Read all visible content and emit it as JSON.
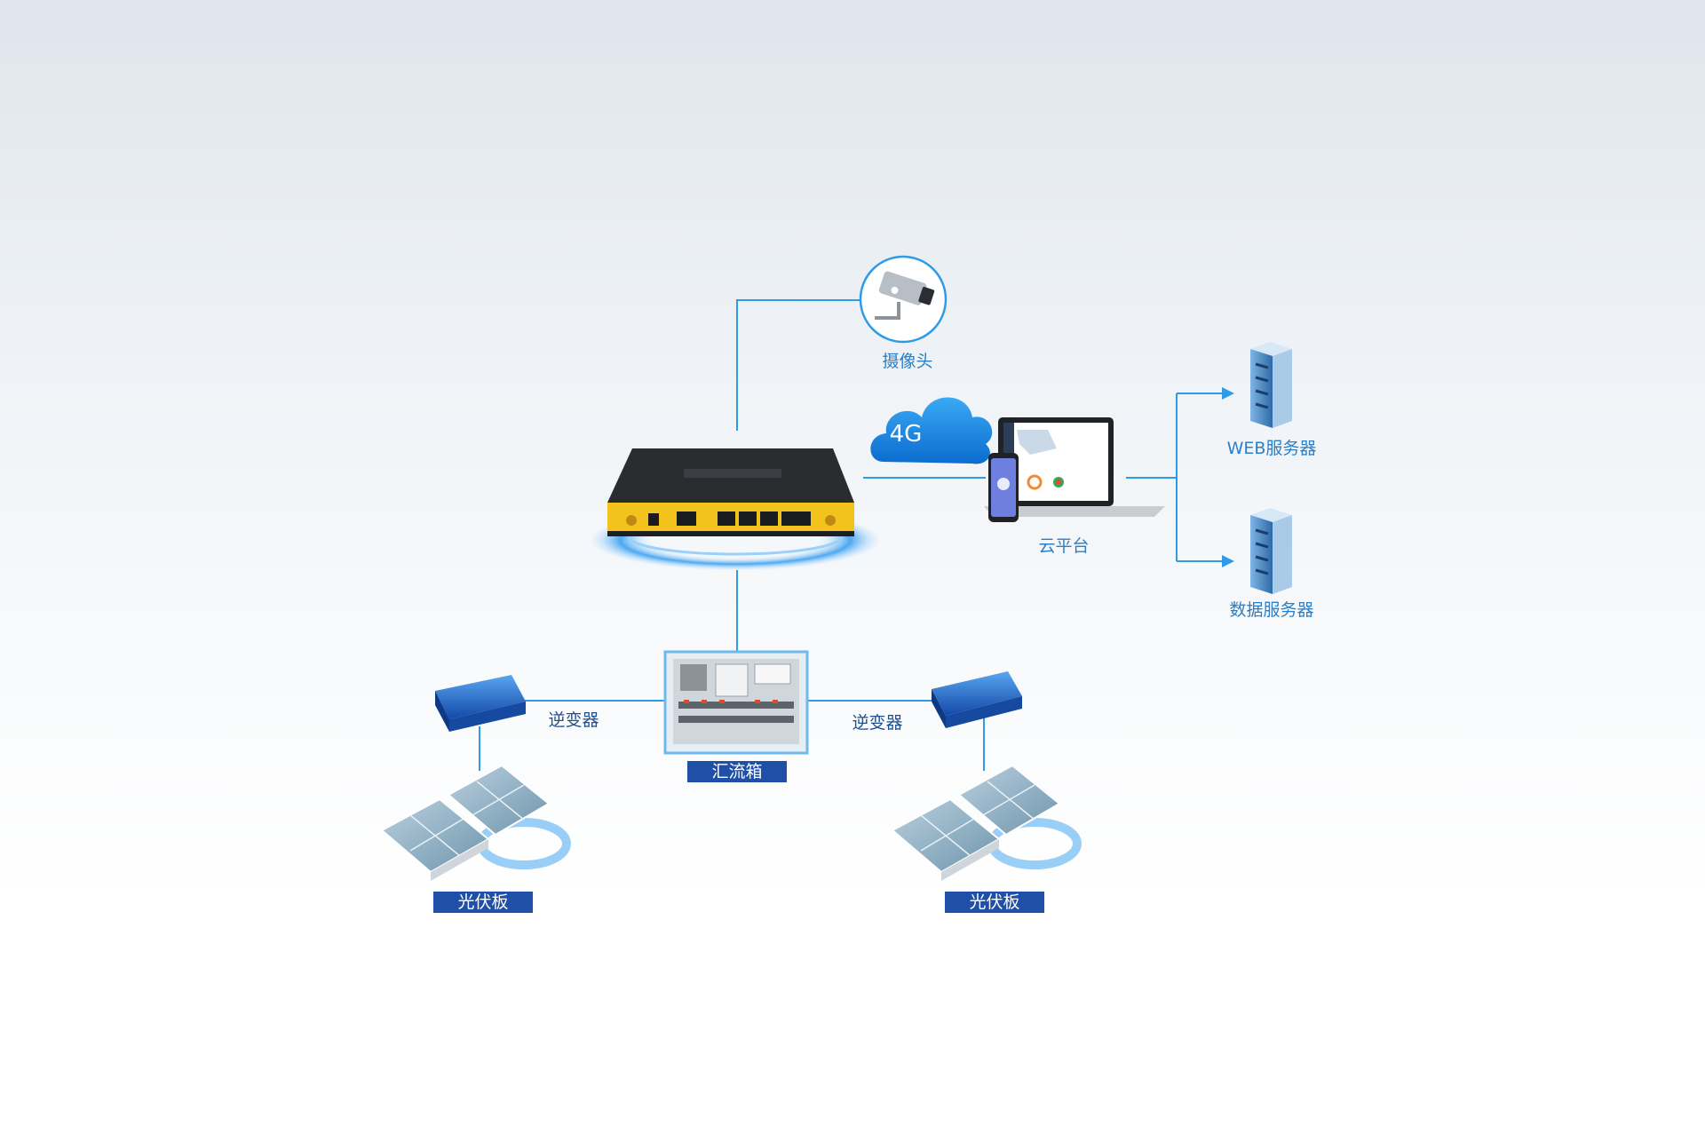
{
  "labels": {
    "camera": "摄像头",
    "network": "4G",
    "cloud_platform": "云平台",
    "web_server": "WEB服务器",
    "data_server": "数据服务器",
    "inverter_left": "逆变器",
    "inverter_right": "逆变器",
    "combiner_box": "汇流箱",
    "pv_panel_left": "光伏板",
    "pv_panel_right": "光伏板"
  },
  "colors": {
    "line": "#2e9be6",
    "label_text": "#2a7fc7",
    "tag_background": "#1f4fa6",
    "router_body": "#1e1f22",
    "router_front": "#f4c21d",
    "cloud": "#1a8ae6",
    "inverter": "#1f6fd6",
    "server": "#4f8fc8",
    "panel": "#8fb3c9"
  },
  "icons": [
    "camera-icon",
    "cloud-4g-icon",
    "router-icon",
    "laptop-icon",
    "phone-icon",
    "server-icon",
    "combiner-box-icon",
    "inverter-icon",
    "solar-panel-icon",
    "signal-ripple-icon"
  ]
}
